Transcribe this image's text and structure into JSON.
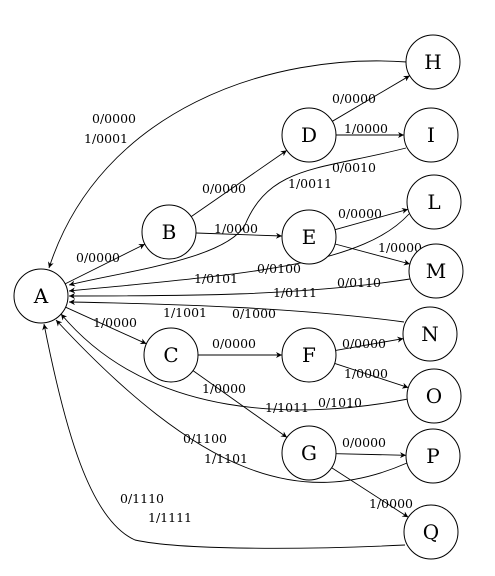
{
  "colors": {
    "stroke": "#000000",
    "background": "#ffffff"
  },
  "nodes": [
    {
      "id": "A",
      "label": "A"
    },
    {
      "id": "B",
      "label": "B"
    },
    {
      "id": "C",
      "label": "C"
    },
    {
      "id": "D",
      "label": "D"
    },
    {
      "id": "E",
      "label": "E"
    },
    {
      "id": "F",
      "label": "F"
    },
    {
      "id": "G",
      "label": "G"
    },
    {
      "id": "H",
      "label": "H"
    },
    {
      "id": "I",
      "label": "I"
    },
    {
      "id": "L",
      "label": "L"
    },
    {
      "id": "M",
      "label": "M"
    },
    {
      "id": "N",
      "label": "N"
    },
    {
      "id": "O",
      "label": "O"
    },
    {
      "id": "P",
      "label": "P"
    },
    {
      "id": "Q",
      "label": "Q"
    }
  ],
  "edges": [
    {
      "id": "A-B",
      "from": "A",
      "to": "B",
      "label": "0/0000"
    },
    {
      "id": "A-C",
      "from": "A",
      "to": "C",
      "label": "1/0000"
    },
    {
      "id": "B-D",
      "from": "B",
      "to": "D",
      "label": "0/0000"
    },
    {
      "id": "B-E",
      "from": "B",
      "to": "E",
      "label": "1/0000"
    },
    {
      "id": "C-F",
      "from": "C",
      "to": "F",
      "label": "0/0000"
    },
    {
      "id": "C-G",
      "from": "C",
      "to": "G",
      "label": "1/0000"
    },
    {
      "id": "D-H",
      "from": "D",
      "to": "H",
      "label": "0/0000"
    },
    {
      "id": "D-I",
      "from": "D",
      "to": "I",
      "label": "1/0000"
    },
    {
      "id": "E-L",
      "from": "E",
      "to": "L",
      "label": "0/0000"
    },
    {
      "id": "E-M",
      "from": "E",
      "to": "M",
      "label": "1/0000"
    },
    {
      "id": "F-N",
      "from": "F",
      "to": "N",
      "label": "0/0000"
    },
    {
      "id": "F-O",
      "from": "F",
      "to": "O",
      "label": "1/0000"
    },
    {
      "id": "G-P",
      "from": "G",
      "to": "P",
      "label": "0/0000"
    },
    {
      "id": "G-Q",
      "from": "G",
      "to": "Q",
      "label": "1/0000"
    },
    {
      "id": "H-A",
      "from": "H",
      "to": "A",
      "labels": [
        "0/0000",
        "1/0001"
      ]
    },
    {
      "id": "I-A",
      "from": "I",
      "to": "A",
      "labels": [
        "0/0010",
        "1/0011"
      ]
    },
    {
      "id": "L-A",
      "from": "L",
      "to": "A",
      "labels": [
        "0/0100",
        "1/0101"
      ]
    },
    {
      "id": "M-A",
      "from": "M",
      "to": "A",
      "labels": [
        "0/0110",
        "1/0111"
      ]
    },
    {
      "id": "N-A",
      "from": "N",
      "to": "A",
      "labels": [
        "0/1000",
        "1/1001"
      ]
    },
    {
      "id": "O-A",
      "from": "O",
      "to": "A",
      "labels": [
        "0/1010",
        "1/1011"
      ]
    },
    {
      "id": "P-A",
      "from": "P",
      "to": "A",
      "labels": [
        "0/1100",
        "1/1101"
      ]
    },
    {
      "id": "Q-A",
      "from": "Q",
      "to": "A",
      "labels": [
        "0/1110",
        "1/1111"
      ]
    }
  ]
}
